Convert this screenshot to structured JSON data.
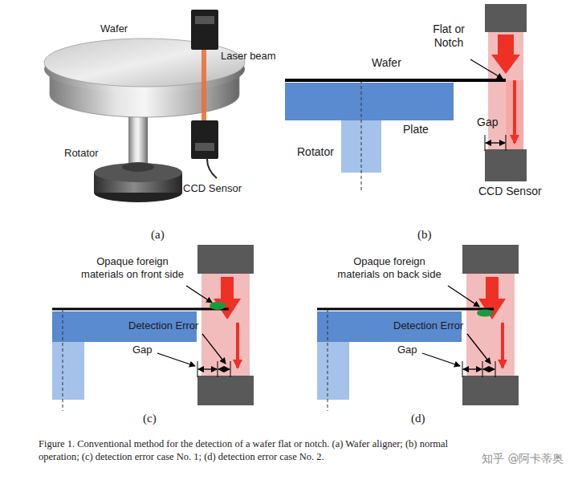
{
  "diagram": {
    "caption": "Figure 1. Conventional method for the detection of a wafer flat or notch. (a) Wafer aligner; (b) normal operation; (c) detection error case No. 1; (d) detection error case No. 2.",
    "labels": [
      "Wafer",
      "Laser beam",
      "Rotator",
      "CCD Sensor",
      "(a)",
      "Flat or Notch",
      "Wafer",
      "Plate",
      "Rotator",
      "Gap",
      "CCD Sensor",
      "(b)",
      "Opaque foreign materials on front side",
      "Detection Error",
      "Gap",
      "(c)",
      "Opaque foreign materials on back side",
      "Detection Error",
      "Gap",
      "(d)",
      "知乎 @阿卡蒂奥"
    ]
  }
}
